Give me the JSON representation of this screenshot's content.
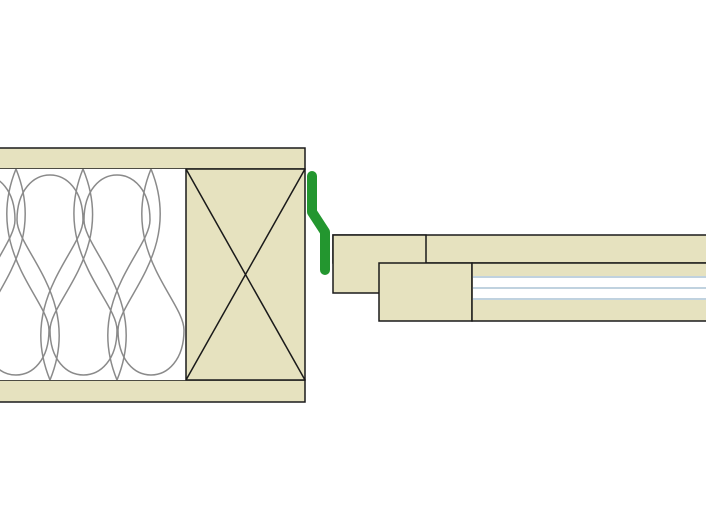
{
  "colors": {
    "wood_fill": "#e6e2bf",
    "outline": "#1a1a1a",
    "insulation_stroke": "#8a8a8a",
    "insulation_fill": "#ffffff",
    "flashing": "#23962f",
    "glazing_line": "#9ab8cc",
    "background": "#ffffff"
  },
  "elements": {
    "wall": [
      "top-sheathing",
      "insulation-batt",
      "stud-block",
      "bottom-sheathing"
    ],
    "window": [
      "window-frame",
      "frame-step",
      "sash-lip",
      "sash-rail",
      "glazing-unit"
    ],
    "flashing": "z-flashing"
  }
}
